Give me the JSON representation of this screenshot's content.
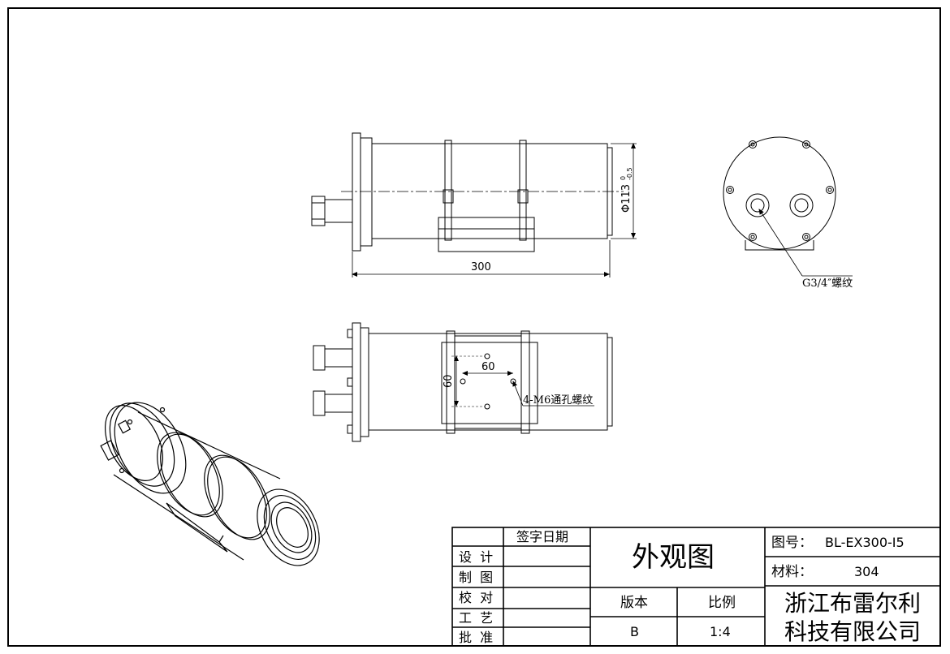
{
  "drawing": {
    "front_view": {
      "dim_length": "300",
      "dim_diameter": "Φ113",
      "dim_tol_upper": "0",
      "dim_tol_lower": "-0.5"
    },
    "end_view": {
      "thread_label": "G3/4″螺纹"
    },
    "top_view": {
      "dim_h": "60",
      "dim_v": "60",
      "hole_label": "4-M6通孔螺纹"
    }
  },
  "title_block": {
    "header_sign_date": "签字日期",
    "rows": [
      "设  计",
      "制  图",
      "校  对",
      "工  艺",
      "批  准"
    ],
    "drawing_title": "外观图",
    "version_label": "版本",
    "version_value": "B",
    "scale_label": "比例",
    "scale_value": "1:4",
    "drawing_no_label": "图号：",
    "drawing_no_value": "BL-EX300-I5",
    "material_label": "材料：",
    "material_value": "304",
    "company_line1": "浙江布雷尔利",
    "company_line2": "科技有限公司"
  }
}
